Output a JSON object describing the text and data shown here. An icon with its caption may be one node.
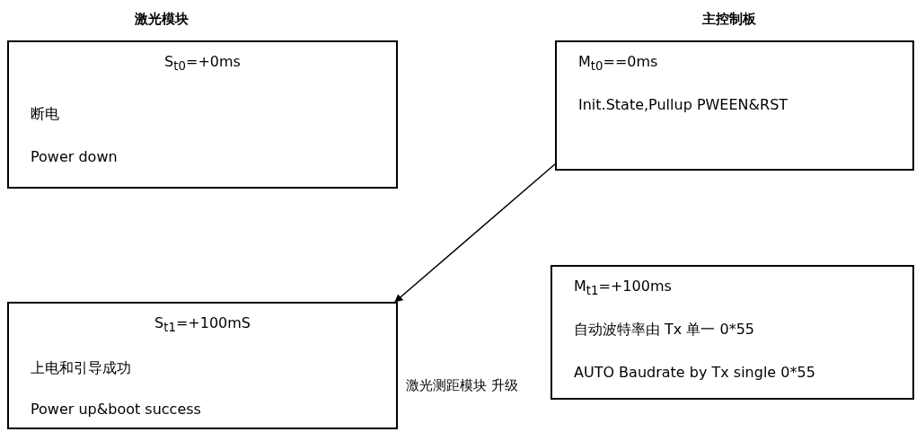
{
  "diagram": {
    "nodes": [
      {
        "text": [
          "S$_{t0}$=+0ms",
          "断电",
          "Power down"
        ]
      },
      {
        "text": [
          "M$_{t0}$==0ms",
          "Init.State,Pullup PWEEN&RST"
        ]
      },
      {
        "text": [
          "S$_{t1}$=+100mS",
          "上电和引导成功",
          "Power up&boot success"
        ]
      },
      {
        "text": [
          "M$_{t1}$=+100ms",
          "自动波特率由 Tx 单一 0*55",
          "AUTO Baudrate by Tx single 0*55"
        ]
      }
    ],
    "edges": [
      {
        "from": 1,
        "to": 2,
        "arrow": "to"
      }
    ],
    "labels": [
      "激光模块",
      "主控制板",
      "激光测距模块 升级"
    ]
  }
}
